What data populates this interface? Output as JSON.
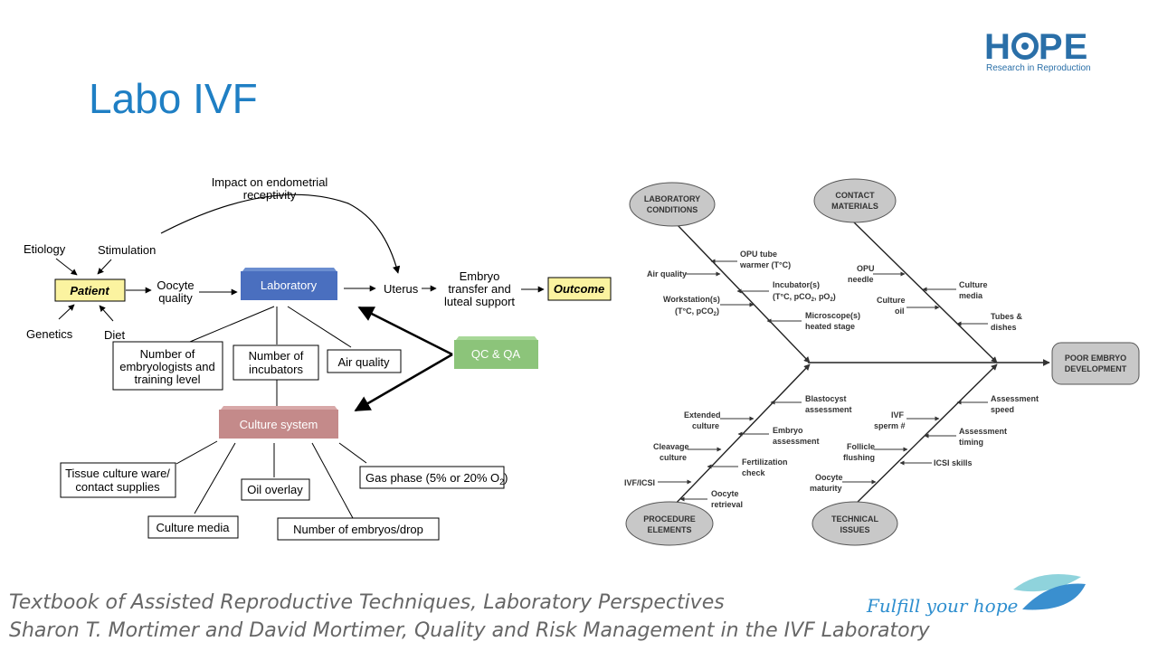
{
  "slide": {
    "title": "Labo IVF",
    "logo": {
      "text_left": "H",
      "text_right": "PE",
      "subtitle": "Research in Reproduction"
    },
    "tagline": "Fulfill your hope",
    "references": [
      "Textbook of Assisted Reproductive Techniques, Laboratory Perspectives",
      "Sharon T. Mortimer and David Mortimer, Quality and Risk Management in the IVF Laboratory"
    ]
  },
  "left_diagram": {
    "arc_label_line1": "Impact on endometrial",
    "arc_label_line2": "receptivity",
    "etiology": "Etiology",
    "stimulation": "Stimulation",
    "genetics": "Genetics",
    "diet": "Diet",
    "patient": "Patient",
    "oocyte_line1": "Oocyte",
    "oocyte_line2": "quality",
    "laboratory": "Laboratory",
    "uterus": "Uterus",
    "embryo_line1": "Embryo",
    "embryo_line2": "transfer and",
    "embryo_line3": "luteal support",
    "outcome": "Outcome",
    "qc": "QC & QA",
    "embryologists_line1": "Number of",
    "embryologists_line2": "embryologists and",
    "embryologists_line3": "training level",
    "incubators_line1": "Number of",
    "incubators_line2": "incubators",
    "air_quality": "Air quality",
    "culture_system": "Culture system",
    "tissue_line1": "Tissue culture ware/",
    "tissue_line2": "contact supplies",
    "oil_overlay": "Oil overlay",
    "gas_phase": "Gas phase (5% or 20% O",
    "gas_sub": "2",
    "gas_close": ")",
    "culture_media": "Culture media",
    "embryos_drop": "Number of embryos/drop"
  },
  "fishbone": {
    "lab_conditions_1": "LABORATORY",
    "lab_conditions_2": "CONDITIONS",
    "contact_1": "CONTACT",
    "contact_2": "MATERIALS",
    "procedure_1": "PROCEDURE",
    "procedure_2": "ELEMENTS",
    "technical_1": "TECHNICAL",
    "technical_2": "ISSUES",
    "effect_1": "POOR EMBRYO",
    "effect_2": "DEVELOPMENT",
    "opu_warmer_1": "OPU tube",
    "opu_warmer_2": "warmer (T°C)",
    "air_quality": "Air quality",
    "incubators_1": "Incubator(s)",
    "incubators_2a": "(T°C, pCO",
    "incubators_2b": "2",
    "incubators_2c": ", pO",
    "incubators_2d": "2",
    "incubators_2e": ")",
    "workstation_1": "Workstation(s)",
    "workstation_2a": "(T°C, pCO",
    "workstation_2b": "2",
    "workstation_2c": ")",
    "microscope_1": "Microscope(s)",
    "microscope_2": "heated stage",
    "opu_needle_1": "OPU",
    "opu_needle_2": "needle",
    "culture_oil_1": "Culture",
    "culture_oil_2": "oil",
    "culture_media_1": "Culture",
    "culture_media_2": "media",
    "tubes_1": "Tubes &",
    "tubes_2": "dishes",
    "blastocyst_1": "Blastocyst",
    "blastocyst_2": "assessment",
    "extended_1": "Extended",
    "extended_2": "culture",
    "embryo_assess_1": "Embryo",
    "embryo_assess_2": "assessment",
    "cleavage_1": "Cleavage",
    "cleavage_2": "culture",
    "fertilization_1": "Fertilization",
    "fertilization_2": "check",
    "ivf_icsi": "IVF/ICSI",
    "oocyte_retrieval_1": "Oocyte",
    "oocyte_retrieval_2": "retrieval",
    "assessment_speed_1": "Assessment",
    "assessment_speed_2": "speed",
    "ivf_sperm_1": "IVF",
    "ivf_sperm_2": "sperm #",
    "assessment_timing_1": "Assessment",
    "assessment_timing_2": "timing",
    "follicle_1": "Follicle",
    "follicle_2": "flushing",
    "icsi_skills": "ICSI skills",
    "oocyte_maturity_1": "Oocyte",
    "oocyte_maturity_2": "maturity"
  },
  "colors": {
    "title": "#1f7fc4",
    "laboratory_box": "#4a6fbf",
    "qc_box": "#8cc47a",
    "culture_box": "#c48a8a",
    "patient_box": "#fbf3a0"
  }
}
